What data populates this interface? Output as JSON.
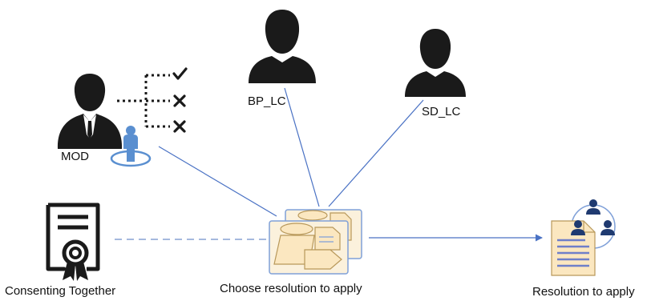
{
  "labels": {
    "mod": "MOD",
    "bp_lc": "BP_LC",
    "sd_lc": "SD_LC",
    "consenting": "Consenting Together",
    "choose": "Choose resolution to apply",
    "resolution": "Resolution to apply"
  },
  "colors": {
    "silhouette": "#1a1a1a",
    "connector": "#4a72c4",
    "dashed": "#6f8fc9",
    "accent_blue": "#5a8fd0",
    "doc_fill": "#fbe7c0",
    "doc_edge": "#b8985a",
    "doc_lines": "#6f7fc9",
    "group_navy": "#1f3a70"
  },
  "icons": {
    "mod": "manager-person-icon",
    "mod_decision": "decision-tree-icon",
    "mod_user": "user-position-icon",
    "bp_lc": "person-silhouette-icon",
    "sd_lc": "person-silhouette-icon",
    "consenting": "certificate-icon",
    "choose": "document-stack-icon",
    "resolution": "document-group-icon"
  }
}
